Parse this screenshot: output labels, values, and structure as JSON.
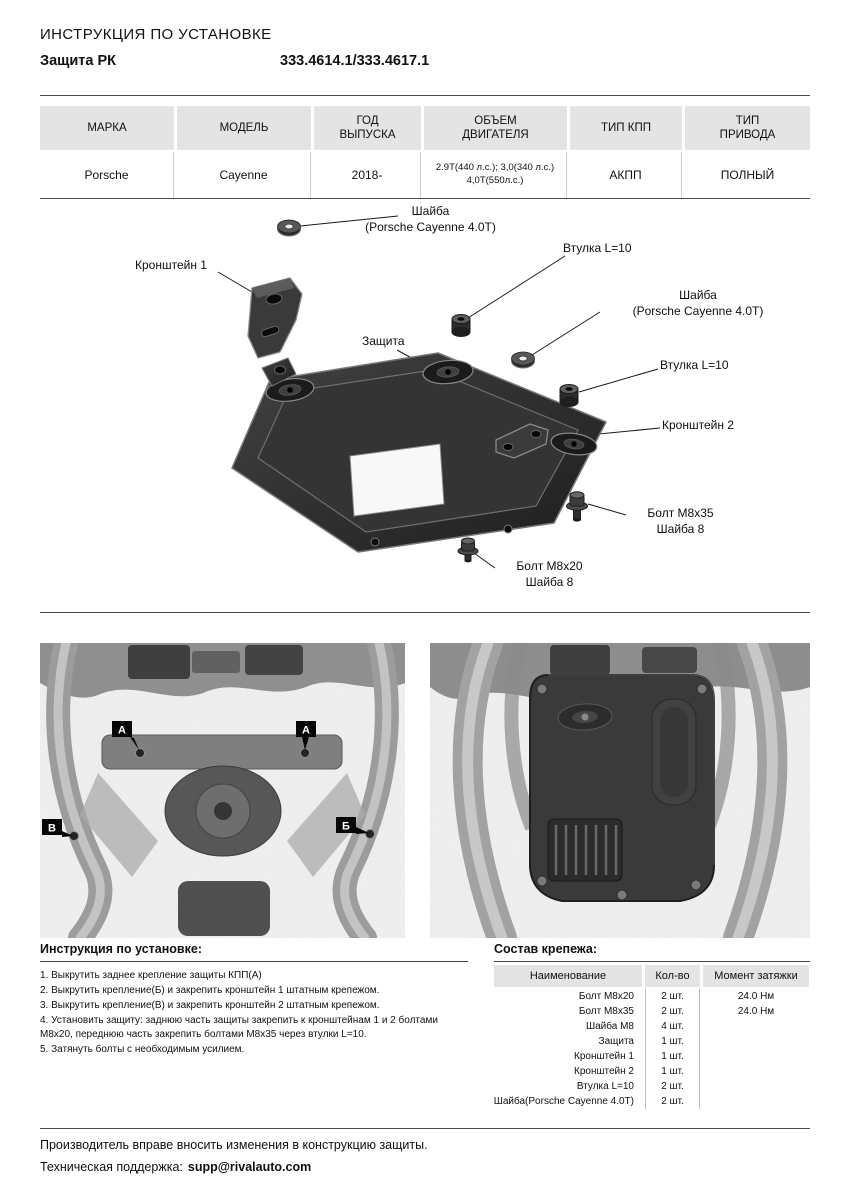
{
  "header": {
    "title": "ИНСТРУКЦИЯ ПО УСТАНОВКЕ",
    "product": "Защита РК",
    "part_numbers": "333.4614.1/333.4617.1"
  },
  "vehicle_table": {
    "headers": [
      "МАРКА",
      "МОДЕЛЬ",
      "ГОД\nВЫПУСКА",
      "ОБЪЕМ\nДВИГАТЕЛЯ",
      "ТИП КПП",
      "ТИП\nПРИВОДА"
    ],
    "row": [
      "Porsche",
      "Cayenne",
      "2018-",
      "2.9Т(440 л.с.); 3,0(340 л.с.)\n4,0Т(550л.с.)",
      "АКПП",
      "ПОЛНЫЙ"
    ]
  },
  "diagram": {
    "callouts": {
      "washer_top": "Шайба\n(Porsche Cayenne 4.0Т)",
      "bracket1": "Кронштейн 1",
      "bushing_top": "Втулка L=10",
      "washer_right": "Шайба\n(Porsche Cayenne 4.0Т)",
      "plate": "Защита",
      "bushing_right": "Втулка L=10",
      "bracket2": "Кронштейн 2",
      "bolt_m8x35": "Болт М8х35\nШайба 8",
      "bolt_m8x20": "Болт М8х20\nШайба 8"
    }
  },
  "photos": {
    "markers": {
      "a1": "А",
      "a2": "А",
      "b": "Б",
      "v": "В"
    }
  },
  "install": {
    "heading": "Инструкция по установке:",
    "steps": [
      "1. Выкрутить заднее крепление защиты КПП(А)",
      "2. Выкрутить крепление(Б) и закрепить кронштейн 1 штатным крепежом.",
      "3. Выкрутить крепление(В) и закрепить кронштейн 2 штатным крепежом.",
      "4. Установить защиту: заднюю часть защиты закрепить к кронштейнам 1 и 2 болтами М8х20, переднюю часть закрепить болтами М8х35 через втулки L=10.",
      "5. Затянуть болты с необходимым усилием."
    ]
  },
  "hardware": {
    "heading": "Состав крепежа:",
    "columns": [
      "Наименование",
      "Кол-во",
      "Момент затяжки"
    ],
    "rows": [
      [
        "Болт М8х20",
        "2 шт.",
        "24.0 Нм"
      ],
      [
        "Болт М8х35",
        "2 шт.",
        "24.0 Нм"
      ],
      [
        "Шайба М8",
        "4 шт.",
        ""
      ],
      [
        "Защита",
        "1 шт.",
        ""
      ],
      [
        "Кронштейн 1",
        "1 шт.",
        ""
      ],
      [
        "Кронштейн 2",
        "1 шт.",
        ""
      ],
      [
        "Втулка L=10",
        "2 шт.",
        ""
      ],
      [
        "Шайба(Porsche Cayenne 4.0Т)",
        "2 шт.",
        ""
      ]
    ]
  },
  "footer": {
    "line1": "Производитель вправе вносить изменения в конструкцию защиты.",
    "line2_label": "Техническая поддержка:",
    "email": "supp@rivalauto.com"
  }
}
